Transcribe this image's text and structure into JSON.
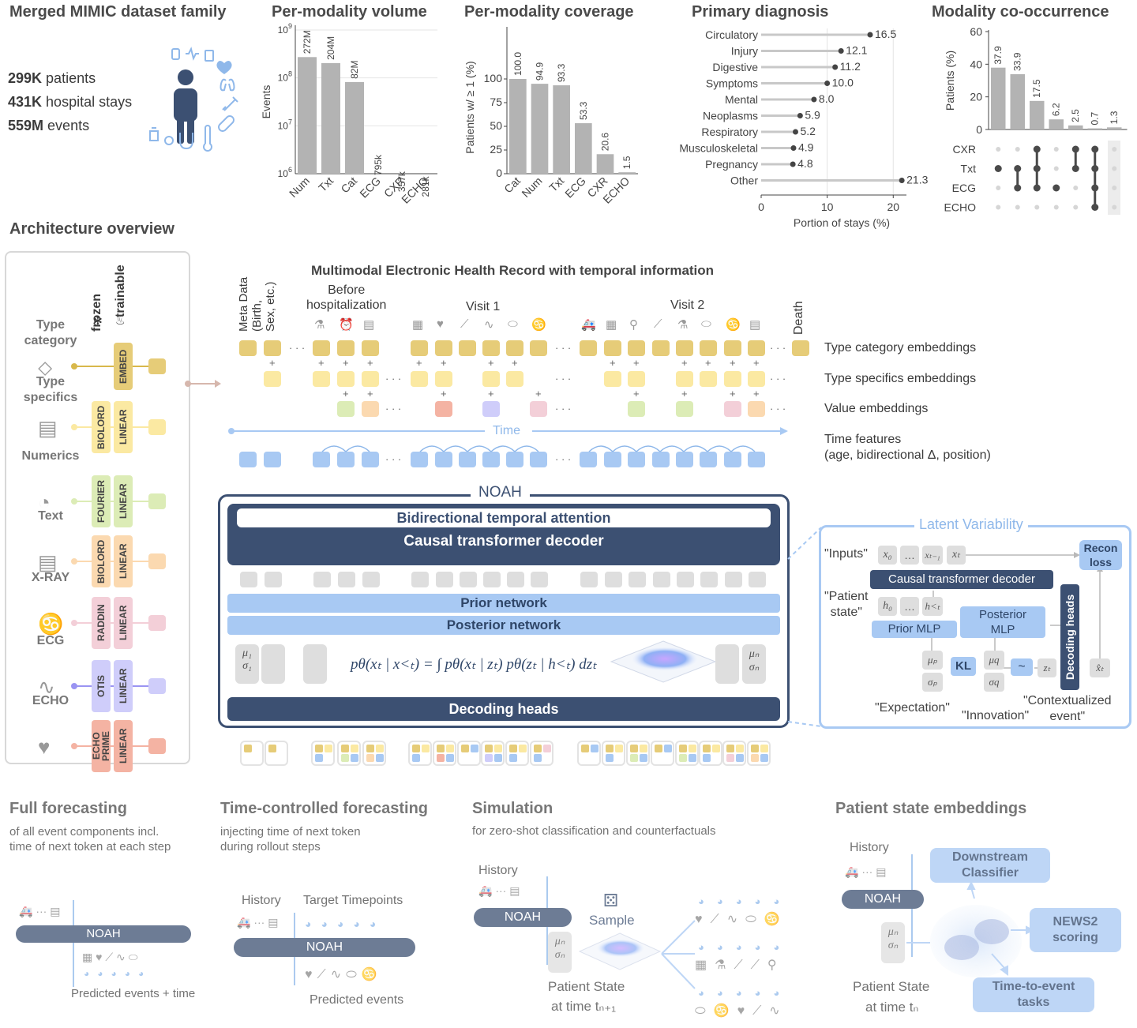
{
  "colors": {
    "navy": "#3c5072",
    "light_blue": "#a8c9f3",
    "bar_grey": "#b3b3b3",
    "type_category": "#e6cc78",
    "type_specifics": "#fbe9a2",
    "numerics": "#dcecb6",
    "text": "#fbd9b0",
    "xray": "#f3cfd8",
    "ecg": "#cfcdfa",
    "echo": "#f4b3a3",
    "time": "#a8c9f3"
  },
  "dataset": {
    "title": "Merged MIMIC dataset family",
    "stats": [
      {
        "value": "299K",
        "label": "patients"
      },
      {
        "value": "431K",
        "label": "hospital stays"
      },
      {
        "value": "559M",
        "label": "events"
      }
    ]
  },
  "chart_data": [
    {
      "type": "bar",
      "title": "Per-modality volume",
      "ylabel": "Events",
      "yscale": "log",
      "ylim": [
        1000000,
        1000000000
      ],
      "yticks": [
        "10^6",
        "10^7",
        "10^8",
        "10^9"
      ],
      "categories": [
        "Num",
        "Txt",
        "Cat",
        "ECG",
        "CXR",
        "ECHO"
      ],
      "values": [
        272000000,
        204000000,
        82000000,
        795000,
        357000,
        281000
      ],
      "data_labels": [
        "272M",
        "204M",
        "82M",
        "795k",
        "357k",
        "281k"
      ]
    },
    {
      "type": "bar",
      "title": "Per-modality coverage",
      "ylabel": "Patients w/ ≥ 1 (%)",
      "ylim": [
        0,
        100
      ],
      "yticks": [
        "0",
        "25",
        "50",
        "75",
        "100"
      ],
      "categories": [
        "Cat",
        "Num",
        "Txt",
        "ECG",
        "CXR",
        "ECHO"
      ],
      "values": [
        100.0,
        94.9,
        93.3,
        53.3,
        20.6,
        1.5
      ],
      "data_labels": [
        "100.0",
        "94.9",
        "93.3",
        "53.3",
        "20.6",
        "1.5"
      ]
    },
    {
      "type": "lollipop",
      "title": "Primary diagnosis",
      "xlabel": "Portion of stays (%)",
      "xlim": [
        0,
        22
      ],
      "xticks": [
        "0",
        "10",
        "20"
      ],
      "categories": [
        "Circulatory",
        "Injury",
        "Digestive",
        "Symptoms",
        "Mental",
        "Neoplasms",
        "Respiratory",
        "Musculoskeletal",
        "Pregnancy",
        "Other"
      ],
      "values": [
        16.5,
        12.1,
        11.2,
        10.0,
        8.0,
        5.9,
        5.2,
        4.9,
        4.8,
        21.3
      ],
      "data_labels": [
        "16.5",
        "12.1",
        "11.2",
        "10.0",
        "8.0",
        "5.9",
        "5.2",
        "4.9",
        "4.8",
        "21.3"
      ]
    },
    {
      "type": "bar",
      "title": "Modality co-occurrence",
      "ylabel": "Patients (%)",
      "ylim": [
        0,
        60
      ],
      "yticks": [
        "0",
        "20",
        "40",
        "60"
      ],
      "values": [
        37.9,
        33.9,
        17.5,
        6.2,
        2.5,
        0.7,
        1.3
      ],
      "data_labels": [
        "37.9",
        "33.9",
        "17.5",
        "6.2",
        "2.5",
        "0.7",
        "1.3"
      ],
      "matrix_rows": [
        "CXR",
        "Txt",
        "ECG",
        "ECHO"
      ],
      "matrix": [
        [
          0,
          1,
          0,
          0
        ],
        [
          0,
          1,
          1,
          0
        ],
        [
          1,
          1,
          1,
          0
        ],
        [
          0,
          0,
          1,
          0
        ],
        [
          1,
          1,
          0,
          0
        ],
        [
          1,
          1,
          1,
          1
        ],
        [
          0,
          0,
          0,
          0
        ]
      ]
    }
  ],
  "architecture": {
    "title": "Architecture overview",
    "frozen": "frozen",
    "trainable": "trainable",
    "frozen_icon": "snowflake-icon",
    "trainable_icon": "flame-icon",
    "rows": [
      {
        "label": "Type\ncategory",
        "frozen_tag": "",
        "trainable_tag": "EMBED",
        "color_key": "type_category",
        "icon": "tag-icon"
      },
      {
        "label": "Type\nspecifics",
        "frozen_tag": "BIOLORD",
        "trainable_tag": "LINEAR",
        "color_key": "type_specifics",
        "icon": "document-icon"
      },
      {
        "label": "Numerics",
        "frozen_tag": "FOURIER",
        "trainable_tag": "LINEAR",
        "color_key": "numerics",
        "icon": "gauge-icon"
      },
      {
        "label": "Text",
        "frozen_tag": "BIOLORD",
        "trainable_tag": "LINEAR",
        "color_key": "text",
        "icon": "document-icon"
      },
      {
        "label": "X-RAY",
        "frozen_tag": "RADDIN",
        "trainable_tag": "LINEAR",
        "color_key": "xray",
        "icon": "lungs-icon"
      },
      {
        "label": "ECG",
        "frozen_tag": "OTIS",
        "trainable_tag": "LINEAR",
        "color_key": "ecg",
        "icon": "ecg-wave-icon"
      },
      {
        "label": "ECHO",
        "frozen_tag": "ECHO\nPRIME",
        "trainable_tag": "LINEAR",
        "color_key": "echo",
        "icon": "heart-icon"
      }
    ]
  },
  "ehr": {
    "title": "Multimodal Electronic Health Record with temporal information",
    "meta": "Meta Data\n(Birth,\nSex, etc.)",
    "before": "Before\nhospitalization",
    "visit1": "Visit 1",
    "visit2": "Visit 2",
    "death": "Death",
    "ellipsis": "· · ·",
    "plus": "+",
    "time": "Time",
    "row_labels": [
      "Type category embeddings",
      "Type specifics embeddings",
      "Value embeddings",
      "Time features\n(age, bidirectional Δ, position)"
    ]
  },
  "noah": {
    "title": "NOAH",
    "attention": "Bidirectional temporal attention",
    "decoder": "Causal transformer decoder",
    "prior": "Prior network",
    "posterior": "Posterior network",
    "heads": "Decoding heads",
    "mu1": "μ₁",
    "sigma1": "σ₁",
    "mun": "μₙ",
    "sigman": "σₙ",
    "formula": "pθ(xₜ | x<ₜ) = ∫ pθ(xₜ | zₜ) pθ(zₜ | h<ₜ) dzₜ"
  },
  "latent": {
    "title": "Latent Variability",
    "inputs": "\"Inputs\"",
    "x0": "x₀",
    "dots": "…",
    "xt1": "xₜ₋₁",
    "xt": "xₜ",
    "decoder": "Causal transformer decoder",
    "patient_state": "\"Patient\nstate\"",
    "h0": "h₀",
    "hlt": "h<ₜ",
    "prior_mlp": "Prior MLP",
    "posterior_mlp": "Posterior\nMLP",
    "mup": "μₚ",
    "sigmap": "σₚ",
    "kl": "KL",
    "muq": "μq",
    "sigmaq": "σq",
    "sim": "~",
    "zt": "zₜ",
    "xhat": "x̂ₜ",
    "heads": "Decoding heads",
    "recon": "Recon\nloss",
    "expectation": "\"Expectation\"",
    "innovation": "\"Innovation\"",
    "contextualized": "\"Contextualized\nevent\""
  },
  "applications": {
    "full": {
      "title": "Full forecasting",
      "desc": "of all event components incl.\ntime of next token at each step",
      "noah": "NOAH",
      "caption": "Predicted events + time"
    },
    "time": {
      "title": "Time-controlled forecasting",
      "desc": "injecting time of next token\nduring rollout steps",
      "history": "History",
      "targets": "Target Timepoints",
      "noah": "NOAH",
      "caption": "Predicted events"
    },
    "sim": {
      "title": "Simulation",
      "desc": "for zero-shot classification and counterfactuals",
      "history": "History",
      "noah": "NOAH",
      "sample": "Sample",
      "mu": "μₙ",
      "sigma": "σₙ",
      "state": "Patient State",
      "at_time": "at time tₙ₊₁"
    },
    "emb": {
      "title": "Patient state embeddings",
      "history": "History",
      "noah": "NOAH",
      "mu": "μₙ",
      "sigma": "σₙ",
      "state": "Patient State",
      "at_time": "at time tₙ",
      "classifier": "Downstream\nClassifier",
      "news2": "NEWS2\nscoring",
      "tte": "Time-to-event\ntasks"
    }
  }
}
